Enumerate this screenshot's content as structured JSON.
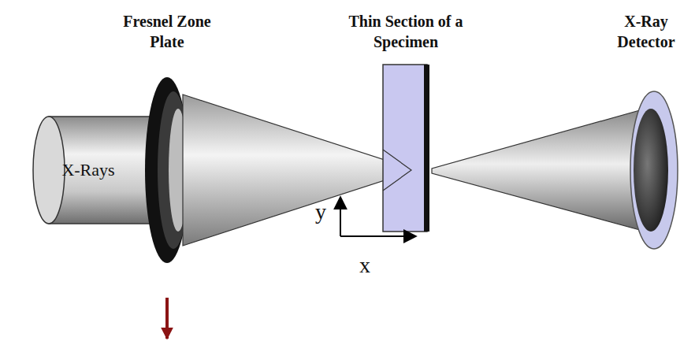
{
  "diagram": {
    "nodes": [
      {
        "text": [
          "X-Rays"
        ]
      },
      {
        "text": [
          "Fresnel Zone Plate"
        ]
      },
      {
        "text": [
          "Thin Section of a Specimen"
        ]
      },
      {
        "text": [
          "X-Ray Detector"
        ]
      }
    ],
    "labels": [
      "y",
      "x"
    ]
  }
}
